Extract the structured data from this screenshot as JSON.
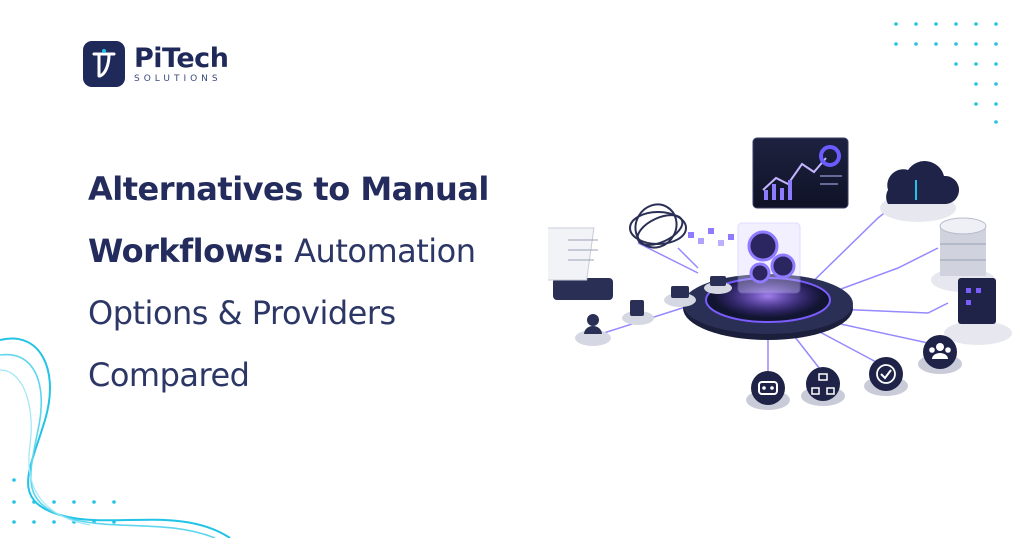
{
  "brand": {
    "name": "PiTech",
    "tagline": "SOLUTIONS",
    "primary_color": "#1f2a5a",
    "accent_color": "#22c3e6"
  },
  "headline": {
    "line1_bold": "Alternatives to Manual",
    "line2_bold": "Workflows:",
    "line2_regular": " Automation",
    "line3": "Options & Providers",
    "line4": "Compared"
  },
  "illustration": {
    "icons": [
      "document-stack-icon",
      "tangled-wires-icon",
      "user-icon",
      "calculator-icon",
      "folder-icon",
      "mail-icon",
      "dashboard-monitor-icon",
      "cloud-icon",
      "database-icon",
      "server-icon",
      "central-gear-hub-icon",
      "robot-icon",
      "flowchart-icon",
      "checkmark-icon",
      "team-icon"
    ]
  }
}
